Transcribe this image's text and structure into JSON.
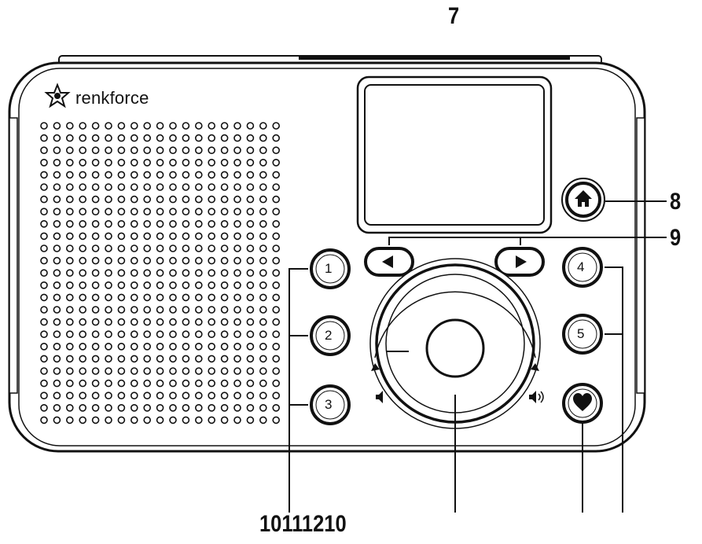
{
  "brand": {
    "name": "renkforce"
  },
  "callouts": {
    "display": "7",
    "home": "8",
    "arrows": "9",
    "bottom": "10111210"
  },
  "presets": {
    "p1": "1",
    "p2": "2",
    "p3": "3",
    "p4": "4",
    "p5": "5"
  },
  "icons": {
    "home": "home-icon",
    "favorite": "heart-icon",
    "left": "arrow-left-icon",
    "right": "arrow-right-icon",
    "vol_down": "volume-down-icon",
    "vol_up": "volume-up-icon",
    "logo": "star-logo-icon"
  }
}
